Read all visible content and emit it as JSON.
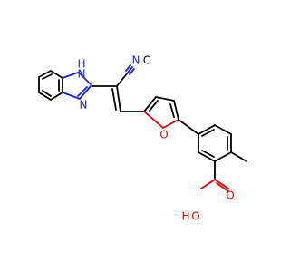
{
  "molecule": {
    "colors": {
      "bond": "#000000",
      "nitrogen": "#1f1fd6",
      "oxygen": "#e00000",
      "background": "#ffffff"
    },
    "labels": {
      "benzimidazole_nh": "H",
      "benzimidazole_n_top": "N",
      "benzimidazole_n_bottom": "N",
      "nitrile_n": "N",
      "nitrile_c": "C",
      "furan_o": "O",
      "carboxyl_o_double": "O",
      "carboxyl_oh_h": "H",
      "carboxyl_oh_o": "O"
    }
  }
}
